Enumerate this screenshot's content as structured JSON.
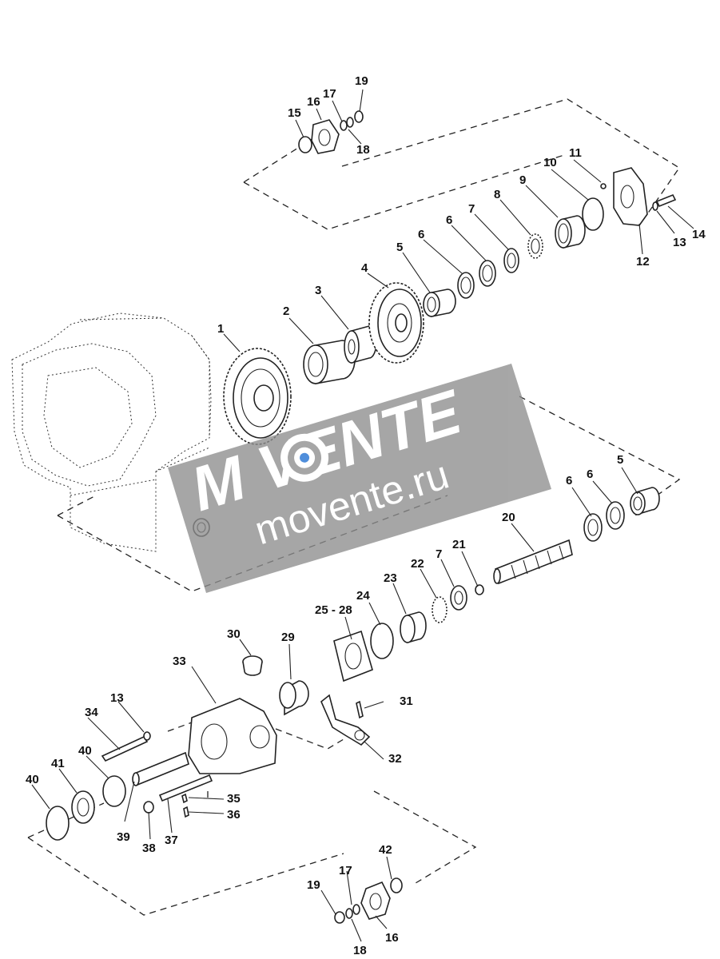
{
  "diagram": {
    "labels": [
      "1",
      "2",
      "3",
      "4",
      "5",
      "6",
      "6",
      "7",
      "8",
      "9",
      "10",
      "11",
      "12",
      "13",
      "14",
      "15",
      "16",
      "17",
      "18",
      "19",
      "5",
      "6",
      "6",
      "20",
      "21",
      "7",
      "22",
      "23",
      "24",
      "25 - 28",
      "29",
      "30",
      "31",
      "32",
      "33",
      "13",
      "34",
      "40",
      "41",
      "40",
      "39",
      "38",
      "37",
      "35",
      "36",
      "42",
      "19",
      "17",
      "18",
      "16"
    ]
  },
  "watermark": {
    "logo_text": "M   VENTE",
    "url_text": "movente.ru"
  }
}
